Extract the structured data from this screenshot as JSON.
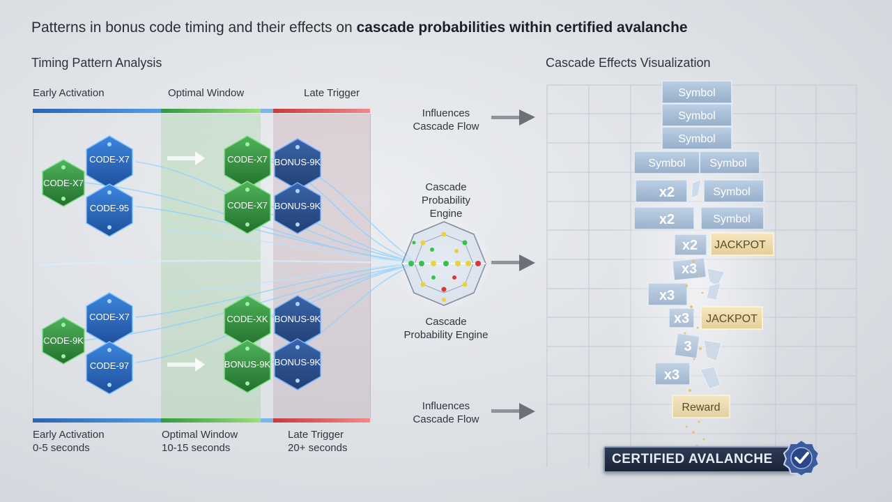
{
  "title_prefix": "Patterns in bonus code timing and their effects on ",
  "title_bold": "cascade probabilities within certified avalanche",
  "left_section_title": "Timing Pattern Analysis",
  "right_section_title": "Cascade Effects Visualization",
  "zones": [
    {
      "label": "Early Activation",
      "bottom_label": "Early Activation",
      "range": "0-5 seconds",
      "color": "#2f7fd0"
    },
    {
      "label": "Optimal Window",
      "bottom_label": "Optimal Window",
      "range": "10-15 seconds",
      "color": "#3aa84a"
    },
    {
      "label": "Late Trigger",
      "bottom_label": "Late Trigger",
      "range": "20+ seconds",
      "color": "#d84a4a"
    }
  ],
  "codes": {
    "green_top_left": "CODE-X7",
    "blue_top_1": "CODE-X7",
    "blue_top_2": "CODE-95",
    "green_top_mid_1": "CODE-X7",
    "green_top_mid_2": "CODE-X7",
    "navy_top_1": "BONUS-9K",
    "navy_top_2": "BONUS-9K",
    "green_bottom_left": "CODE-9K",
    "blue_bottom_1": "CODE-X7",
    "blue_bottom_2": "CODE-97",
    "green_bottom_mid_1": "CODE-XK",
    "green_bottom_mid_2": "BONUS-9K",
    "navy_bottom_1": "BONUS-9K",
    "navy_bottom_2": "BONUS-9K"
  },
  "middle": {
    "influences_top": [
      "Influences",
      "Cascade Flow"
    ],
    "engine_top": [
      "Cascade",
      "Probability",
      "Engine"
    ],
    "engine_bottom": [
      "Cascade",
      "Probability Engine"
    ],
    "influences_bottom": [
      "Influences",
      "Cascade Flow"
    ]
  },
  "tiles": {
    "symbol": "Symbol",
    "x2": "x2",
    "x3": "x3",
    "three": "3",
    "jackpot": "JACKPOT",
    "reward": "Reward"
  },
  "badge": "CERTIFIED AVALANCHE",
  "colors": {
    "blue_hex": "#2d6fc6",
    "green_hex": "#3c9a45",
    "navy_hex": "#2a4f8a",
    "gold": "#e8c46a"
  }
}
